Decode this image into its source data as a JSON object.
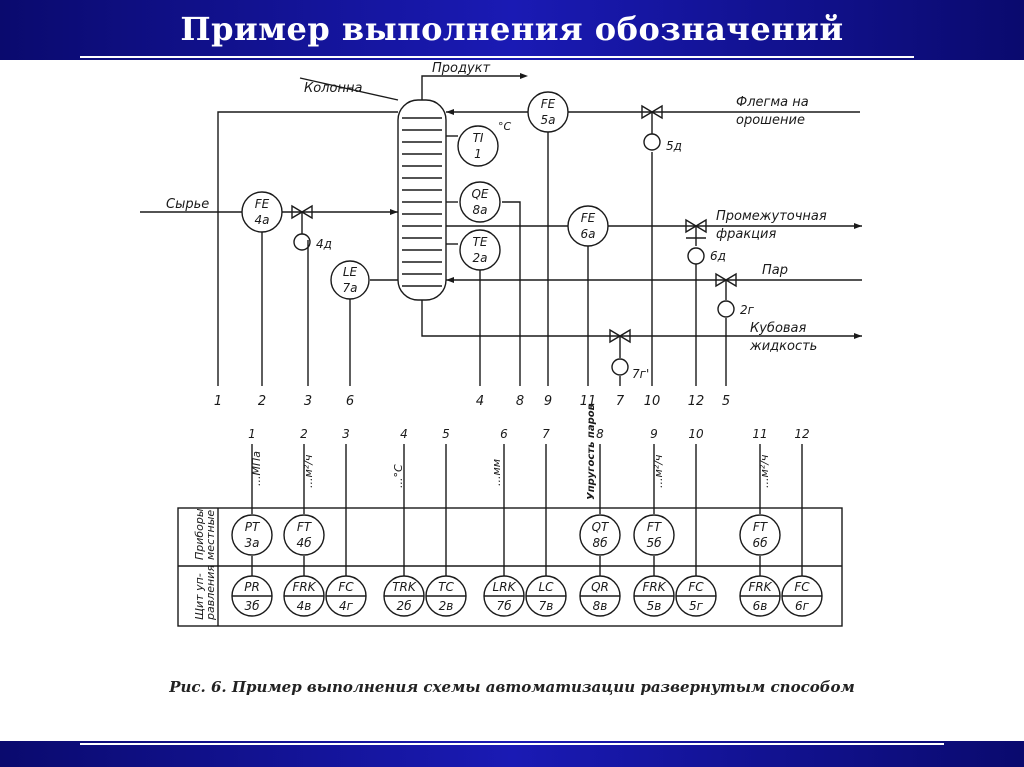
{
  "title": "Пример выполнения обозначений",
  "caption": "Рис. 6. Пример выполнения схемы автоматизации развернутым способом",
  "labels": {
    "column": "Колонна",
    "product": "Продукт",
    "feed": "Сырье",
    "reflux_line1": "Флегма на",
    "reflux_line2": "орошение",
    "intermediate_line1": "Промежуточная",
    "intermediate_line2": "фракция",
    "steam": "Пар",
    "bottoms_line1": "Кубовая",
    "bottoms_line2": "жидкость",
    "deg_c": "°C"
  },
  "instruments": [
    {
      "code": "FE",
      "pos": "4а"
    },
    {
      "code": "LE",
      "pos": "7а"
    },
    {
      "code": "TI",
      "pos": "1"
    },
    {
      "code": "QE",
      "pos": "8а"
    },
    {
      "code": "TE",
      "pos": "2а"
    },
    {
      "code": "FE",
      "pos": "5а"
    },
    {
      "code": "FE",
      "pos": "6а"
    }
  ],
  "valves": [
    {
      "actuator": "4д"
    },
    {
      "actuator": "5д"
    },
    {
      "actuator": "6д"
    },
    {
      "actuator": "2г"
    },
    {
      "actuator": "7г'"
    }
  ],
  "top_numbers": [
    "1",
    "2",
    "3",
    "6",
    "4",
    "8",
    "9",
    "11",
    "7",
    "10",
    "12",
    "5"
  ],
  "bottom_numbers": [
    "1",
    "2",
    "3",
    "4",
    "5",
    "6",
    "7",
    "8",
    "9",
    "10",
    "11",
    "12"
  ],
  "scales": [
    {
      "text": "...МПа"
    },
    {
      "text": "...м²/ч"
    },
    {
      "text": "...°C"
    },
    {
      "text": "...мм"
    },
    {
      "text": "Упругость паров"
    },
    {
      "text": "...м²/ч"
    },
    {
      "text": "...м²/ч"
    }
  ],
  "panel": {
    "row1_label_line1": "Приборы",
    "row1_label_line2": "местные",
    "row2_label_line1": "Щит уп-",
    "row2_label_line2": "равления"
  },
  "local_devices": [
    {
      "code": "PT",
      "pos": "3а"
    },
    {
      "code": "FT",
      "pos": "4б"
    },
    {
      "code": "QT",
      "pos": "8б"
    },
    {
      "code": "FT",
      "pos": "5б"
    },
    {
      "code": "FT",
      "pos": "6б"
    }
  ],
  "board_devices": [
    {
      "code": "PR",
      "pos": "3б"
    },
    {
      "code": "FRK",
      "pos": "4в"
    },
    {
      "code": "FC",
      "pos": "4г"
    },
    {
      "code": "TRK",
      "pos": "2б"
    },
    {
      "code": "TC",
      "pos": "2в"
    },
    {
      "code": "LRK",
      "pos": "7б"
    },
    {
      "code": "LC",
      "pos": "7в"
    },
    {
      "code": "QR",
      "pos": "8в"
    },
    {
      "code": "FRK",
      "pos": "5в"
    },
    {
      "code": "FC",
      "pos": "5г"
    },
    {
      "code": "FRK",
      "pos": "6в"
    },
    {
      "code": "FC",
      "pos": "6г"
    }
  ]
}
